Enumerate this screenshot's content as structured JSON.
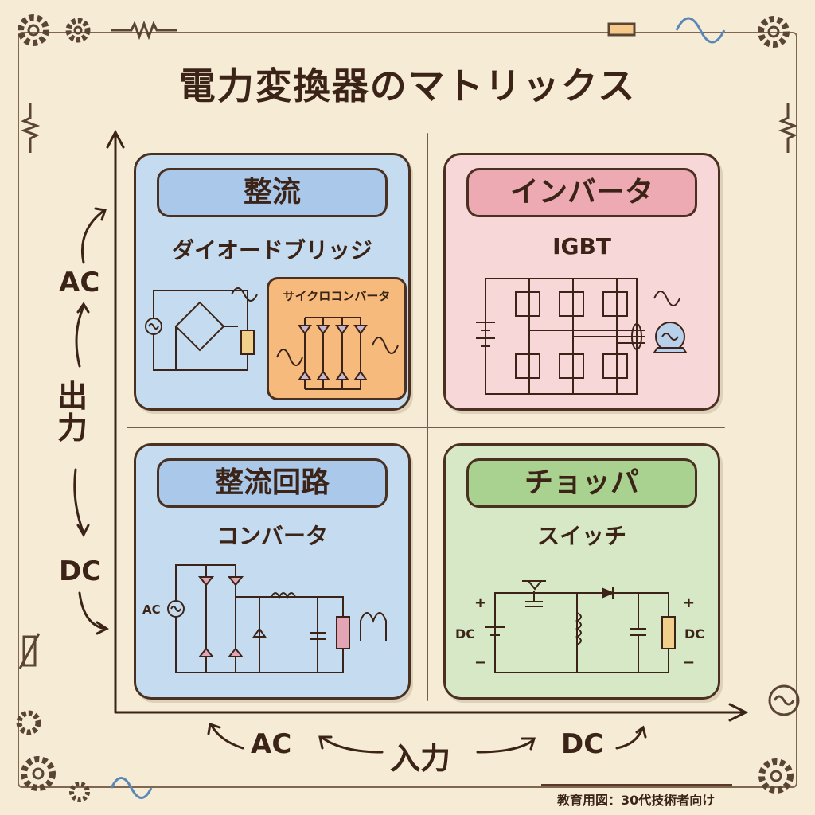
{
  "title": "電力変換器のマトリックス",
  "axes": {
    "y_label": "出力",
    "y_top": "AC",
    "y_bottom": "DC",
    "x_label": "入力",
    "x_left": "AC",
    "x_right": "DC"
  },
  "quadrants": {
    "ac_in_ac_out": {
      "header": "整流",
      "subtitle": "ダイオードブリッジ",
      "inset": "サイクロコンバータ",
      "color": "#c5dcf0",
      "header_color": "#a9c8ea"
    },
    "dc_in_ac_out": {
      "header": "インバータ",
      "subtitle": "IGBT",
      "color": "#f7d7d8",
      "header_color": "#eeaab3"
    },
    "ac_in_dc_out": {
      "header": "整流回路",
      "subtitle": "コンバータ",
      "source_label": "AC",
      "color": "#c5dcf0",
      "header_color": "#a9c8ea"
    },
    "dc_in_dc_out": {
      "header": "チョッパ",
      "subtitle": "スイッチ",
      "in_label": "DC",
      "out_label": "DC",
      "plus": "+",
      "minus": "−",
      "color": "#d6e8c6",
      "header_color": "#a9d290"
    }
  },
  "caption": "教育用図：30代技術者向け"
}
